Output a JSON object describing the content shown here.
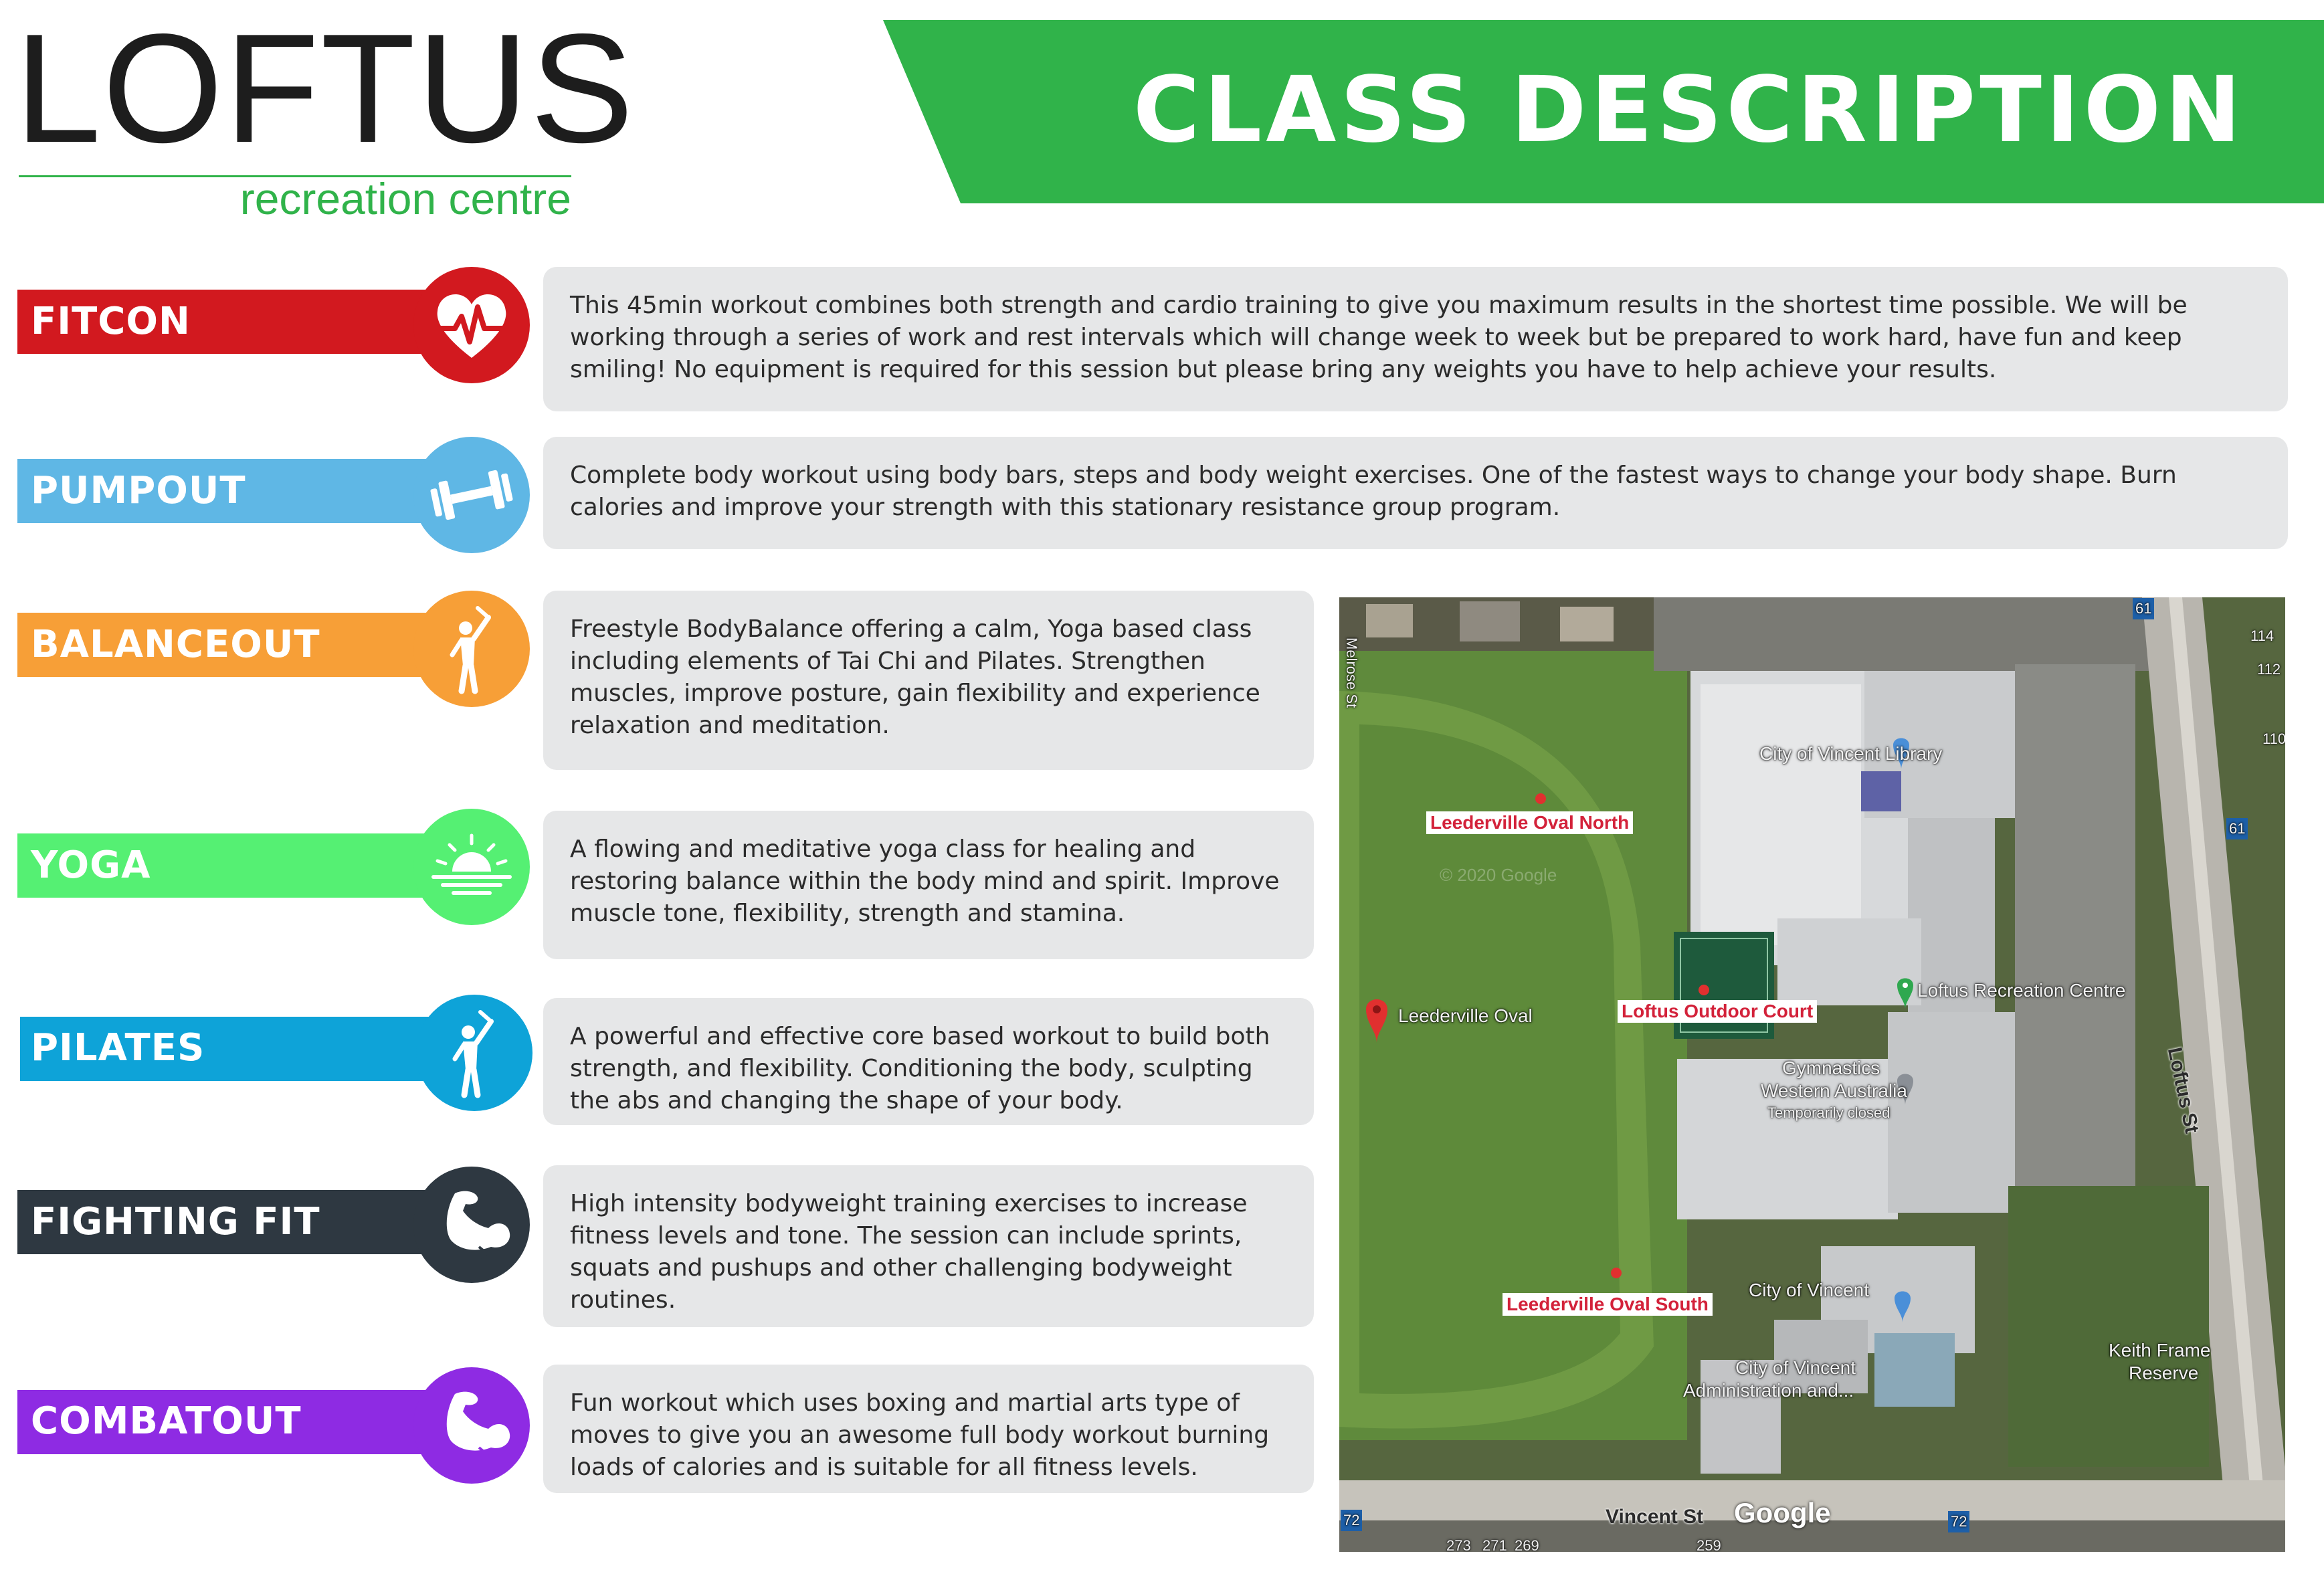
{
  "logo": {
    "word": "LOFTUS",
    "subtitle": "recreation centre"
  },
  "header": {
    "title": "CLASS DESCRIPTION"
  },
  "colors": {
    "brand_green": "#30b34a",
    "fitcon": "#d2191f",
    "pumpout": "#5fb7e5",
    "balanceout": "#f79f37",
    "yoga": "#55f073",
    "pilates": "#0ea3d8",
    "fighting_fit": "#2e3841",
    "combatout": "#8e2be3",
    "description_bg": "#e6e7e8"
  },
  "classes": [
    {
      "name": "FITCON",
      "icon": "heartbeat-icon",
      "description": "This 45min workout combines both strength and cardio training to give you maximum results in the shortest time possible. We will be working through a series of work and rest intervals which will change week to week but be prepared to work hard, have fun and keep smiling! No equipment is required for this session but please bring any weights you have to help achieve your results."
    },
    {
      "name": "PUMPOUT",
      "icon": "dumbbell-icon",
      "description": "Complete body workout using body bars, steps and body weight exercises. One of the fastest ways to change your body shape.  Burn calories and improve your strength with this stationary resistance group program."
    },
    {
      "name": "BALANCEOUT",
      "icon": "stretch-figure-icon",
      "description": "Freestyle BodyBalance offering a calm, Yoga based class including elements of Tai Chi and Pilates. Strengthen muscles, improve posture, gain flexibility and experience relaxation and meditation."
    },
    {
      "name": "YOGA",
      "icon": "sunrise-icon",
      "description": "A flowing and meditative yoga class for healing and restoring balance within the body mind and spirit. Improve muscle tone, flexibility, strength and stamina."
    },
    {
      "name": "PILATES",
      "icon": "stretch-figure-icon",
      "description": "A powerful and effective core based workout to build both strength, and flexibility. Conditioning the body, sculpting the abs and changing the shape of your body."
    },
    {
      "name": "FIGHTING FIT",
      "icon": "flexed-arm-icon",
      "description": "High intensity bodyweight training exercises to increase fitness levels and tone. The session can include sprints, squats and pushups and other challenging bodyweight routines."
    },
    {
      "name": "COMBATOUT",
      "icon": "flexed-arm-icon",
      "description": "Fun workout which uses boxing and martial arts type of moves to give you an awesome full body workout burning loads of calories and is suitable for all fitness levels."
    }
  ],
  "map": {
    "labels": {
      "library": "City of Vincent Library",
      "oval_north": "Leederville Oval North",
      "copyright": "© 2020 Google",
      "loftus_rec": "Loftus Recreation Centre",
      "oval": "Leederville Oval",
      "outdoor_court": "Loftus Outdoor Court",
      "gymnastics_1": "Gymnastics",
      "gymnastics_2": "Western Australia",
      "gymnastics_status": "Temporarily closed",
      "loftus_st": "Loftus St",
      "city_vincent": "City of Vincent",
      "oval_south": "Leederville Oval South",
      "keith_frame_1": "Keith Frame",
      "keith_frame_2": "Reserve",
      "admin_1": "City of Vincent",
      "admin_2": "Administration and...",
      "melrose_st": "Melrose St",
      "vincent_st": "Vincent St",
      "google": "Google",
      "route_61_top": "61",
      "route_61_side": "61",
      "route_72_left": "72",
      "route_72_right": "72",
      "addr_114": "114",
      "addr_112": "112",
      "addr_110": "110",
      "addr_273": "273",
      "addr_271": "271",
      "addr_269": "269",
      "addr_259": "259"
    }
  }
}
